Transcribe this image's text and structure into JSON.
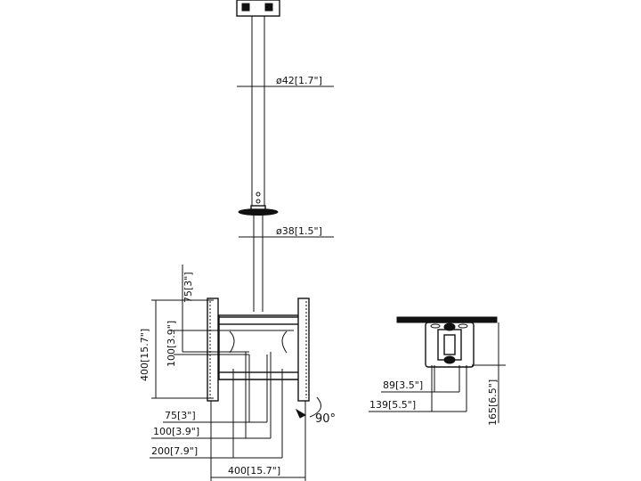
{
  "labels": {
    "pole_upper_diameter": "ø42[1.7\"]",
    "pole_lower_diameter": "ø38[1.5\"]",
    "vert_75": "75[3\"]",
    "vert_100": "100[3.9\"]",
    "vert_400": "400[15.7\"]",
    "horiz_75": "75[3\"]",
    "horiz_100": "100[3.9\"]",
    "horiz_200": "200[7.9\"]",
    "horiz_400": "400[15.7\"]",
    "rotation": "90°",
    "side_89": "89[3.5\"]",
    "side_139": "139[5.5\"]",
    "side_165": "165[6.5\"]"
  }
}
